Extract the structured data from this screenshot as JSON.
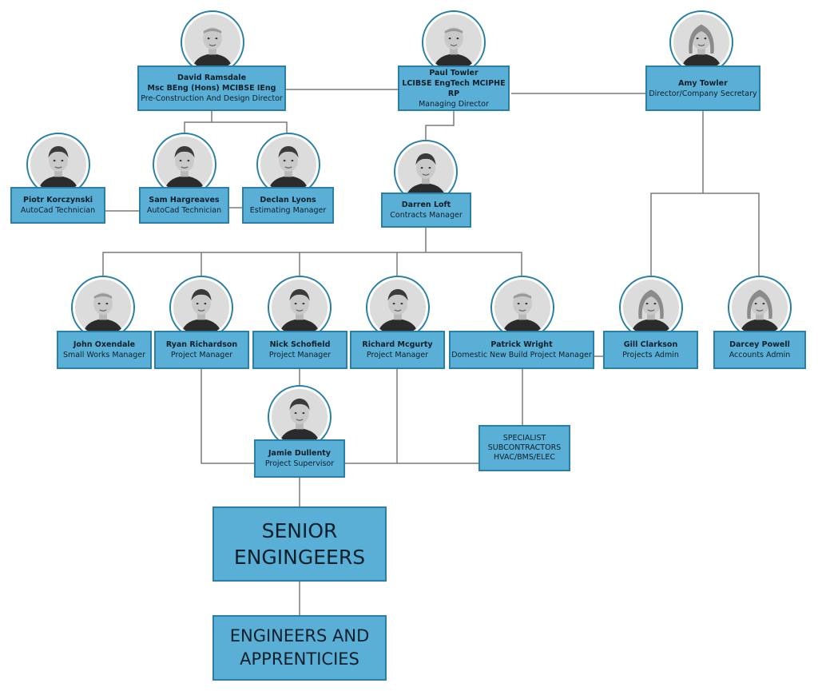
{
  "colors": {
    "box_fill": "#5aafd6",
    "box_border": "#2a7fa6",
    "connector": "#7a7a7a",
    "photo_bg": "#dcdcdc"
  },
  "people": {
    "david": {
      "name": "David Ramsdale",
      "title": "Pre-Construction And Design Director",
      "quals": "Msc BEng (Hons)  MCIBSE IEng"
    },
    "paul": {
      "name": "Paul Towler",
      "title": "Managing Director",
      "quals": "LCIBSE EngTech MCIPHE RP"
    },
    "amy": {
      "name": "Amy Towler",
      "title": "Director/Company Secretary"
    },
    "piotr": {
      "name": "Piotr Korczynski",
      "title": "AutoCad Technician"
    },
    "sam": {
      "name": "Sam Hargreaves",
      "title": "AutoCad Technician"
    },
    "declan": {
      "name": "Declan Lyons",
      "title": "Estimating Manager"
    },
    "darren": {
      "name": "Darren Loft",
      "title": "Contracts Manager"
    },
    "john": {
      "name": "John Oxendale",
      "title": "Small Works Manager"
    },
    "ryan": {
      "name": "Ryan Richardson",
      "title": "Project Manager"
    },
    "nick": {
      "name": "Nick Schofield",
      "title": "Project Manager"
    },
    "richard": {
      "name": "Richard Mcgurty",
      "title": "Project Manager"
    },
    "patrick": {
      "name": "Patrick Wright",
      "title": "Domestic New Build Project Manager"
    },
    "gill": {
      "name": "Gill Clarkson",
      "title": "Projects Admin"
    },
    "darcey": {
      "name": "Darcey Powell",
      "title": "Accounts Admin"
    },
    "jamie": {
      "name": "Jamie Dullenty",
      "title": "Project Supervisor"
    }
  },
  "specialist": {
    "line1": "SPECIALIST",
    "line2": "SUBCONTRACTORS",
    "line3": "HVAC/BMS/ELEC"
  },
  "senior": {
    "line1": "SENIOR",
    "line2": "ENGINGEERS"
  },
  "engineers": {
    "line1": "ENGINEERS AND",
    "line2": "APPRENTICIES"
  },
  "portraits": {
    "david": "bald",
    "paul": "bald",
    "amy": "long",
    "piotr": "short",
    "sam": "short",
    "declan": "short",
    "darren": "short",
    "john": "bald",
    "ryan": "short",
    "nick": "short",
    "richard": "short",
    "patrick": "bald",
    "gill": "long",
    "darcey": "long",
    "jamie": "short"
  }
}
